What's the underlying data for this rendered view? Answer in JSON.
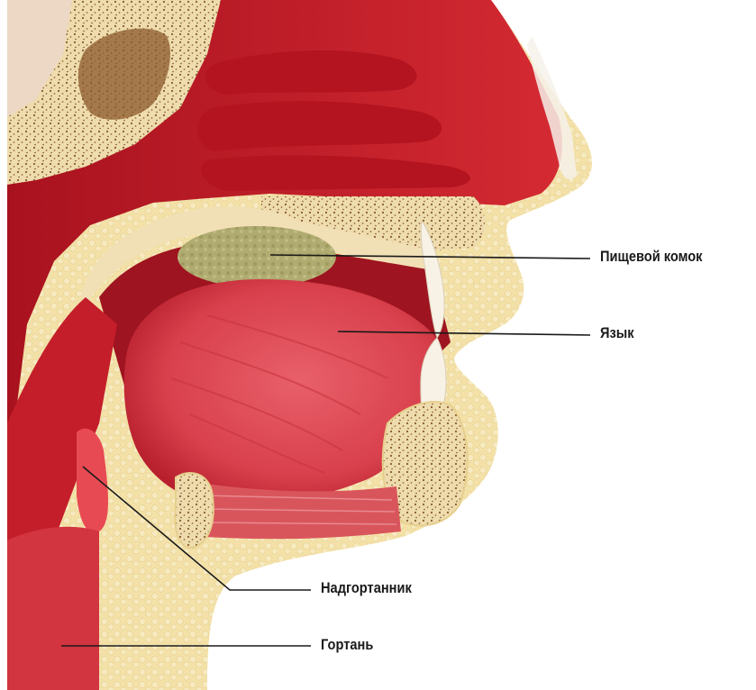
{
  "diagram": {
    "labels": {
      "food_bolus": "Пищевой комок",
      "tongue": "Язык",
      "epiglottis": "Надгортанник",
      "larynx": "Гортань"
    }
  },
  "colors": {
    "tissue_red": "#cc1f2a",
    "tissue_dark": "#9a1420",
    "tongue_pink": "#e04a55",
    "skin": "#f4e3b0",
    "bone": "#efdcb0",
    "bone_speckle": "#8a5a2a",
    "bolus": "#a7a36a",
    "leader_line": "#1a1a1a"
  }
}
